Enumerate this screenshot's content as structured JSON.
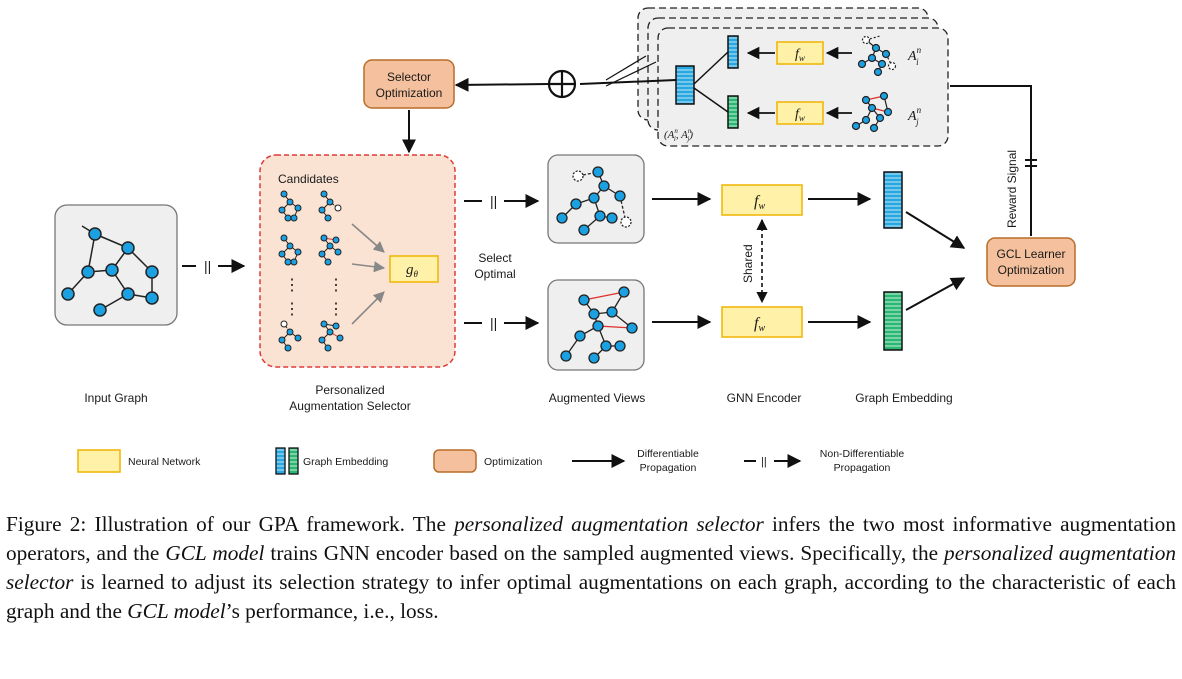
{
  "labels": {
    "selector_opt": [
      "Selector",
      "Optimization"
    ],
    "candidates": "Candidates",
    "g_theta": "g",
    "g_theta_sub": "θ",
    "select_optimal": [
      "Select",
      "Optimal"
    ],
    "f_w": "f",
    "f_w_sub": "w",
    "shared": "Shared",
    "gcl_opt": [
      "GCL Learner",
      "Optimization"
    ],
    "reward_signal": "Reward Signal",
    "a_i": "A",
    "a_i_sup": "n",
    "a_i_sub": "i",
    "a_j_sub": "j",
    "pair": "(A",
    "pair_sup": "n",
    "pair_mid": ", A",
    "pair_end": ")",
    "nondiff_bar": "||",
    "dots": "⋮"
  },
  "stage_labels": {
    "input_graph": "Input Graph",
    "selector": [
      "Personalized",
      "Augmentation Selector"
    ],
    "views": "Augmented Views",
    "encoder": "GNN Encoder",
    "embedding": "Graph Embedding"
  },
  "legend": {
    "neural_network": "Neural Network",
    "graph_embedding": "Graph Embedding",
    "optimization": "Optimization",
    "diff": [
      "Differentiable",
      "Propagation"
    ],
    "nondiff": [
      "Non-Differentiable",
      "Propagation"
    ]
  },
  "colors": {
    "node": "#1ba1e2",
    "edge": "#222222",
    "red_edge": "#e0302a",
    "nn_fill": "#fff2a8",
    "nn_stroke": "#f0b400",
    "opt_fill": "#f5c09d",
    "opt_stroke": "#b86d2a",
    "selector_fill": "#fbe3d3",
    "selector_stroke": "#e03a3a",
    "box_fill": "#efefef",
    "emb_blue": "#29a8e0",
    "emb_green": "#2bb673"
  },
  "caption": {
    "p1": "Figure 2: Illustration of our GPA framework. The ",
    "e1": "personalized augmentation selector",
    "p2": " infers the two most informative augmentation operators, and the ",
    "e2": "GCL model",
    "p3": " trains GNN encoder based on the sampled augmented views. Specifically, the ",
    "e3": "personalized augmentation selector",
    "p4": " is learned to adjust its selection strategy to infer optimal augmentations on each graph, according to the characteristic of each graph and the ",
    "e4": "GCL model",
    "p5": "’s performance, i.e., loss."
  }
}
